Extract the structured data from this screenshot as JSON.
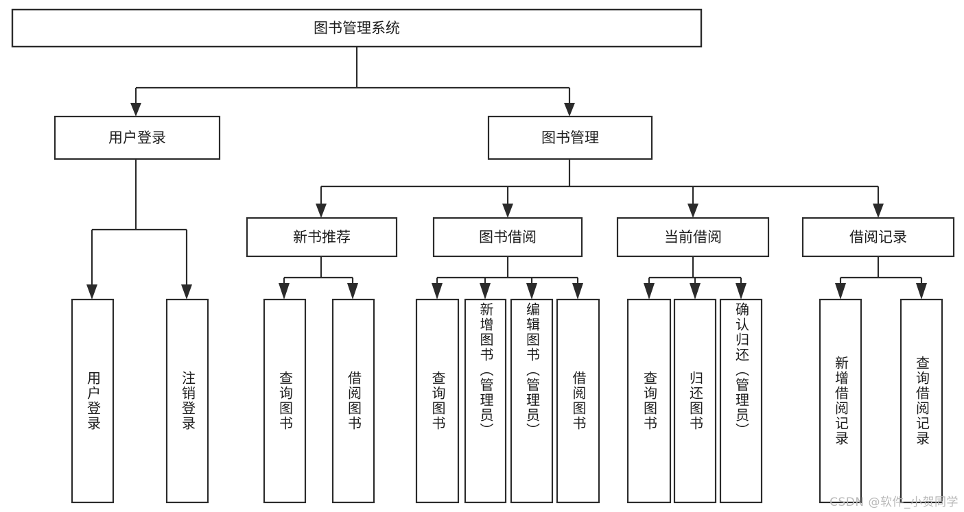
{
  "diagram": {
    "title": "图书管理系统",
    "type": "tree",
    "orientation": "top-down",
    "colors": {
      "box_stroke": "#2b2b2b",
      "box_fill": "#ffffff",
      "text": "#1d1d1d",
      "line": "#2b2b2b",
      "background": "#ffffff",
      "watermark": "#b9b9b9"
    },
    "root": {
      "label": "图书管理系统"
    },
    "level2": [
      {
        "label": "用户登录"
      },
      {
        "label": "图书管理"
      }
    ],
    "level3": [
      {
        "label": "新书推荐"
      },
      {
        "label": "图书借阅"
      },
      {
        "label": "当前借阅"
      },
      {
        "label": "借阅记录"
      }
    ],
    "leaves": {
      "user_login": [
        {
          "label": "用户登录"
        },
        {
          "label": "注销登录"
        }
      ],
      "new_book_recommend": [
        {
          "label": "查询图书"
        },
        {
          "label": "借阅图书"
        }
      ],
      "book_borrow": [
        {
          "label": "查询图书"
        },
        {
          "label": "新增图书（管理员）"
        },
        {
          "label": "编辑图书（管理员）"
        },
        {
          "label": "借阅图书"
        }
      ],
      "current_borrow": [
        {
          "label": "查询图书"
        },
        {
          "label": "归还图书"
        },
        {
          "label": "确认归还（管理员）"
        }
      ],
      "borrow_record": [
        {
          "label": "新增借阅记录"
        },
        {
          "label": "查询借阅记录"
        }
      ]
    },
    "watermark": "CSDN @软件_小贺同学"
  }
}
